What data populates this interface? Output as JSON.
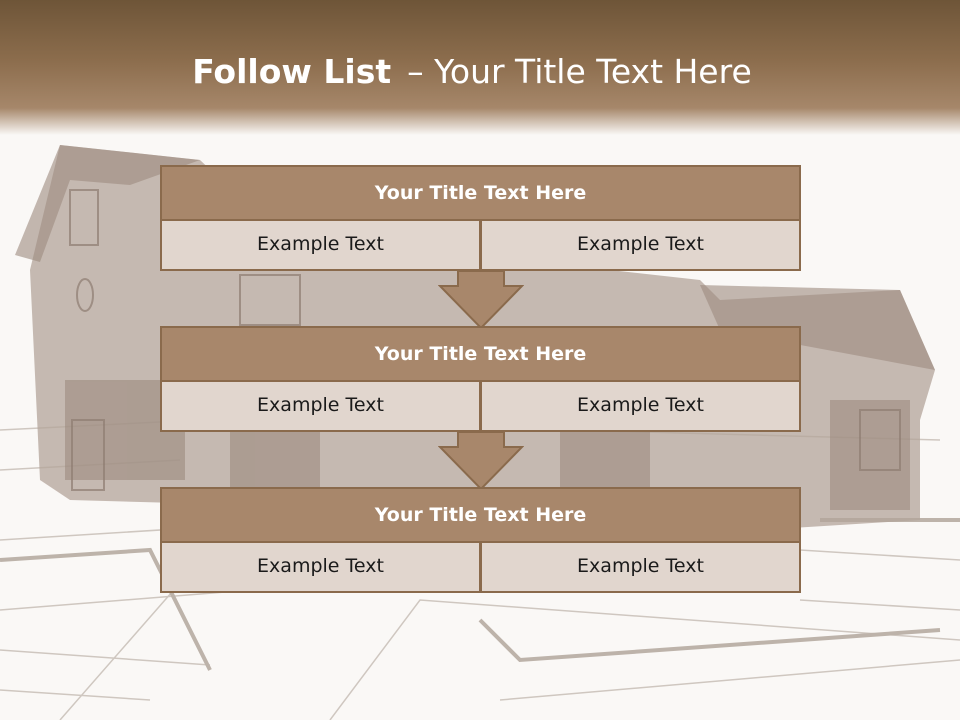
{
  "slide": {
    "title_bold": "Follow List",
    "title_rest": "– Your Title Text Here"
  },
  "blocks": [
    {
      "title": "Your Title Text Here",
      "left": "Example Text",
      "right": "Example Text"
    },
    {
      "title": "Your Title Text Here",
      "left": "Example Text",
      "right": "Example Text"
    },
    {
      "title": "Your Title Text Here",
      "left": "Example Text",
      "right": "Example Text"
    }
  ],
  "colors": {
    "header_brown": "#8c6d4d",
    "block_title": "#a8876b",
    "block_cell": "#e1d6ce",
    "border": "#8a6a4c"
  }
}
